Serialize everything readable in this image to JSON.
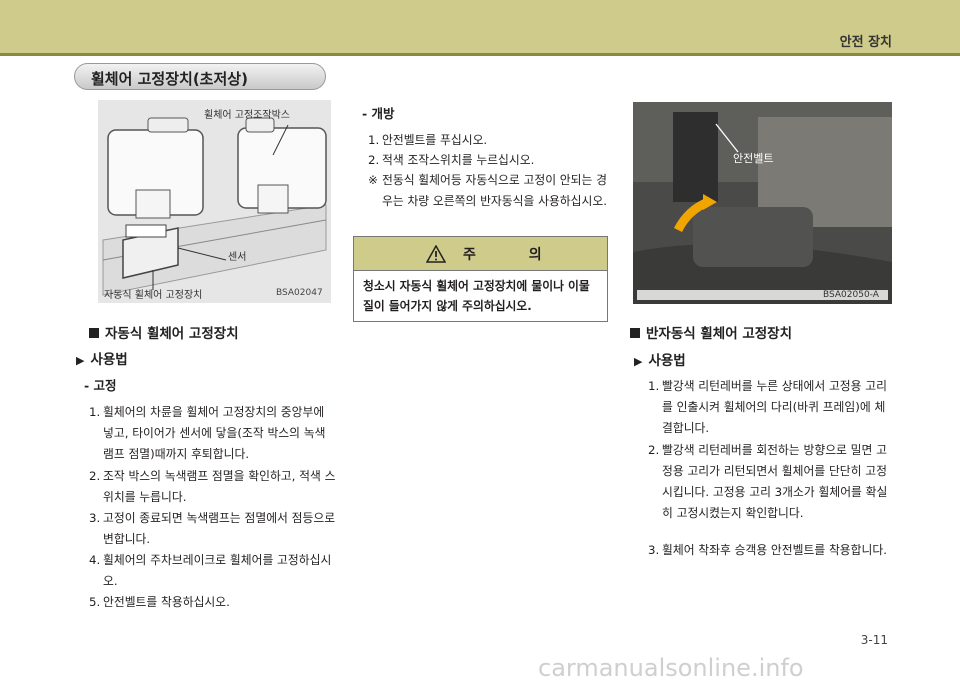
{
  "header": {
    "title": "안전 장치"
  },
  "section": {
    "title": "휠체어 고정장치(초저상)"
  },
  "figure1": {
    "label_box": "휠체어 고정조작박스",
    "label_sensor": "센서",
    "label_device": "자동식 휠체어 고정장치",
    "code": "BSA02047"
  },
  "left": {
    "heading": "자동식 휠체어 고정장치",
    "usage": "사용법",
    "sub": "- 고정",
    "steps": [
      {
        "n": "1.",
        "t": "휠체어의 차륜을 휠체어 고정장치의 중앙부에 넣고, 타이어가 센서에 닿을(조작 박스의 녹색램프 점멸)때까지 후퇴합니다."
      },
      {
        "n": "2.",
        "t": "조작 박스의 녹색램프 점멸을 확인하고, 적색 스위치를 누릅니다."
      },
      {
        "n": "3.",
        "t": "고정이 종료되면 녹색램프는 점멸에서 점등으로 변합니다."
      },
      {
        "n": "4.",
        "t": "휠체어의 주차브레이크로 휠체어를 고정하십시오."
      },
      {
        "n": "5.",
        "t": "안전벨트를 착용하십시오."
      }
    ]
  },
  "middle": {
    "sub": "- 개방",
    "steps": [
      {
        "n": "1.",
        "t": "안전벨트를 푸십시오."
      },
      {
        "n": "2.",
        "t": "적색 조작스위치를 누르십시오."
      },
      {
        "n": "※",
        "t": "전동식 휠체어등 자동식으로 고정이 안되는 경우는 차량 오른쪽의 반자동식을 사용하십시오."
      }
    ],
    "caution_title": "주 의",
    "caution_text": "청소시 자동식 휠체어 고정장치에 물이나 이물질이 들어가지 않게 주의하십시오."
  },
  "figure2": {
    "label": "안전벨트",
    "code": "BSA02050-A"
  },
  "right": {
    "heading": "반자동식 휠체어 고정장치",
    "usage": "사용법",
    "steps": [
      {
        "n": "1.",
        "t": "빨강색 리턴레버를 누른 상태에서 고정용 고리를 인출시켜 휠체어의 다리(바퀴 프레임)에 체결합니다."
      },
      {
        "n": "2.",
        "t": "빨강색 리턴레버를 회전하는 방향으로 밀면 고정용 고리가 리턴되면서 휠체어를 단단히 고정시킵니다. 고정용 고리 3개소가 휠체어를 확실히 고정시켰는지 확인합니다."
      },
      {
        "n": "3.",
        "t": "휠체어 착좌후 승객용 안전벨트를 착용합니다."
      }
    ]
  },
  "page_number": "3-11",
  "watermark": "carmanualsonline.info",
  "colors": {
    "header": "#cfcb8a",
    "header_line": "#8a8a3c",
    "arrow": "#f0a500"
  }
}
